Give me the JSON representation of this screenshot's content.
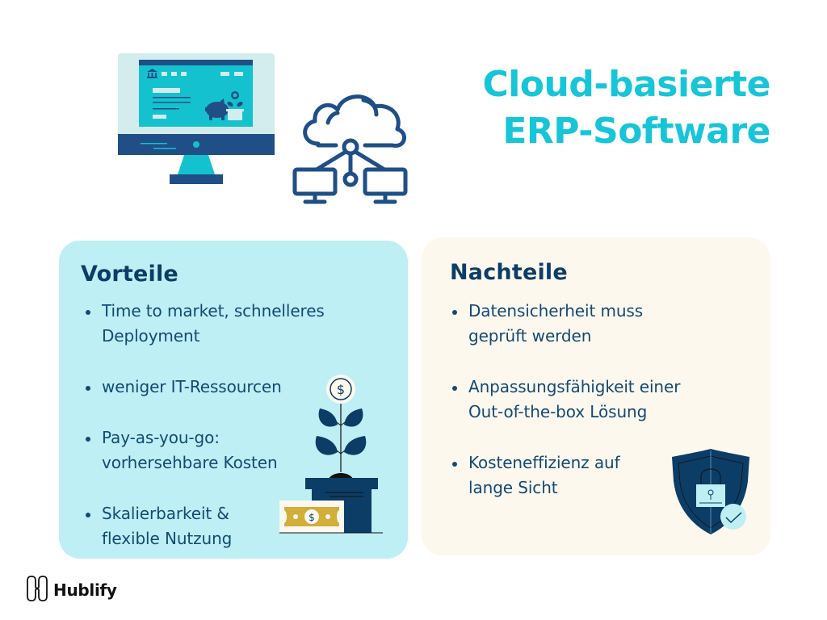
{
  "title": {
    "line1": "Cloud-basierte",
    "line2": "ERP-Software"
  },
  "colors": {
    "title": "#17c5d8",
    "pros_bg": "#bdeff4",
    "cons_bg": "#fdf8ee",
    "text_dark": "#0c3d66",
    "icon_navy": "#1f4f86",
    "icon_teal": "#14c2cf"
  },
  "illustrations": {
    "monitor": "monitor-banking-dashboard-icon",
    "cloud_network": "cloud-network-icon",
    "money_plant": "money-plant-icon",
    "dollar_bill": "dollar-bill-icon",
    "security_shield": "shield-lock-check-icon"
  },
  "pros": {
    "heading": "Vorteile",
    "items": [
      {
        "lines": [
          "Time to market, schnelleres",
          "Deployment"
        ]
      },
      {
        "lines": [
          "weniger IT-Ressourcen"
        ]
      },
      {
        "lines": [
          "Pay-as-you-go:",
          "vorhersehbare Kosten"
        ]
      },
      {
        "lines": [
          "Skalierbarkeit &",
          "flexible Nutzung"
        ]
      }
    ]
  },
  "cons": {
    "heading": "Nachteile",
    "items": [
      {
        "lines": [
          "Datensicherheit muss",
          "geprüft werden"
        ]
      },
      {
        "lines": [
          "Anpassungsfähigkeit einer",
          "Out-of-the-box Lösung"
        ]
      },
      {
        "lines": [
          "Kosteneffizienz auf",
          "lange Sicht"
        ]
      }
    ]
  },
  "logo": {
    "name": "Hublify",
    "icon": "hublify-logo-icon"
  }
}
